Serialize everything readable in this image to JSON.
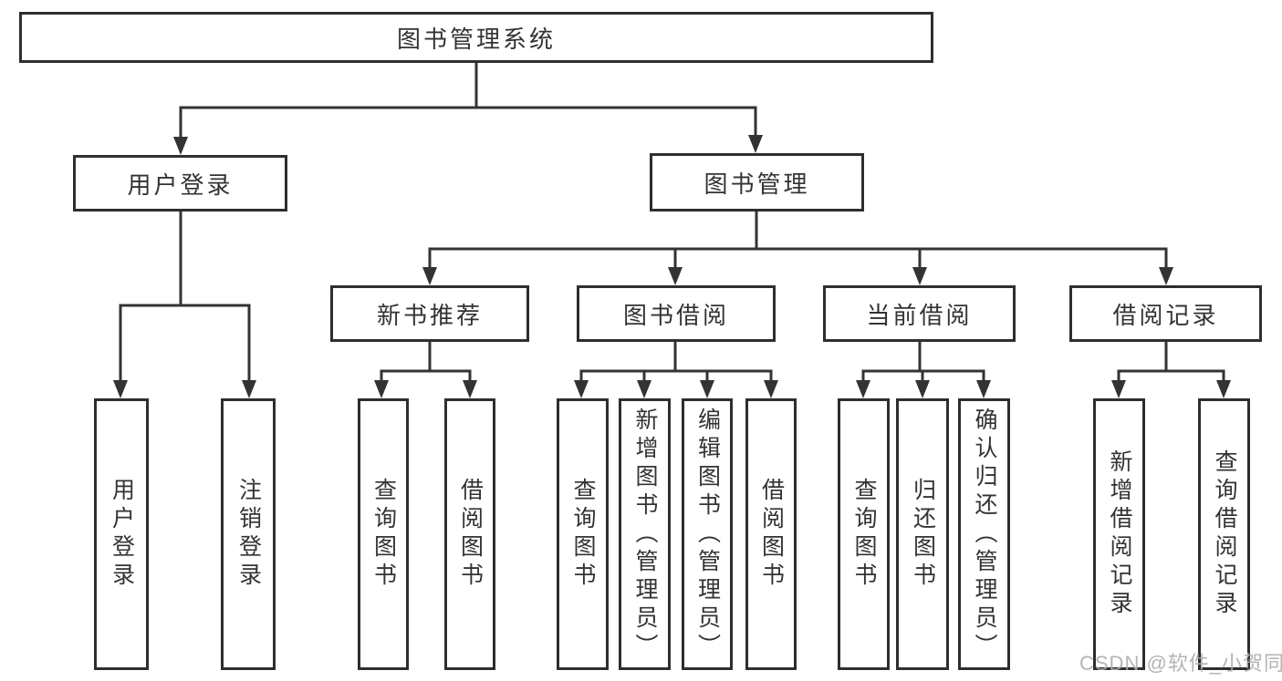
{
  "diagram": {
    "type": "tree",
    "colors": {
      "line": "#333333",
      "box_border": "#2e2e2e",
      "box_fill": "#ffffff",
      "text": "#333333",
      "watermark": "#acacac",
      "background": "#ffffff"
    },
    "nodes": {
      "root": {
        "label": "图书管理系统"
      },
      "user_login": {
        "label": "用户登录"
      },
      "book_mgmt": {
        "label": "图书管理"
      },
      "login": {
        "label": "用户登录"
      },
      "logout": {
        "label": "注销登录"
      },
      "new_book_rec": {
        "label": "新书推荐"
      },
      "book_borrow": {
        "label": "图书借阅"
      },
      "current_borrow": {
        "label": "当前借阅"
      },
      "borrow_records": {
        "label": "借阅记录"
      },
      "nbr_query": {
        "label": "查询图书"
      },
      "nbr_borrow": {
        "label": "借阅图书"
      },
      "bb_query": {
        "label": "查询图书"
      },
      "bb_add": {
        "label": "新增图书（管理员）"
      },
      "bb_edit": {
        "label": "编辑图书（管理员）"
      },
      "bb_borrow": {
        "label": "借阅图书"
      },
      "cb_query": {
        "label": "查询图书"
      },
      "cb_return": {
        "label": "归还图书"
      },
      "cb_confirm": {
        "label": "确认归还（管理员）"
      },
      "br_add": {
        "label": "新增借阅记录"
      },
      "br_query": {
        "label": "查询借阅记录"
      }
    },
    "edges": [
      {
        "from": "root",
        "to": [
          "user_login",
          "book_mgmt"
        ]
      },
      {
        "from": "user_login",
        "to": [
          "login",
          "logout"
        ]
      },
      {
        "from": "book_mgmt",
        "to": [
          "new_book_rec",
          "book_borrow",
          "current_borrow",
          "borrow_records"
        ]
      },
      {
        "from": "new_book_rec",
        "to": [
          "nbr_query",
          "nbr_borrow"
        ]
      },
      {
        "from": "book_borrow",
        "to": [
          "bb_query",
          "bb_add",
          "bb_edit",
          "bb_borrow"
        ]
      },
      {
        "from": "current_borrow",
        "to": [
          "cb_query",
          "cb_return",
          "cb_confirm"
        ]
      },
      {
        "from": "borrow_records",
        "to": [
          "br_add",
          "br_query"
        ]
      }
    ],
    "watermark": "CSDN @软件_小贺同学"
  }
}
